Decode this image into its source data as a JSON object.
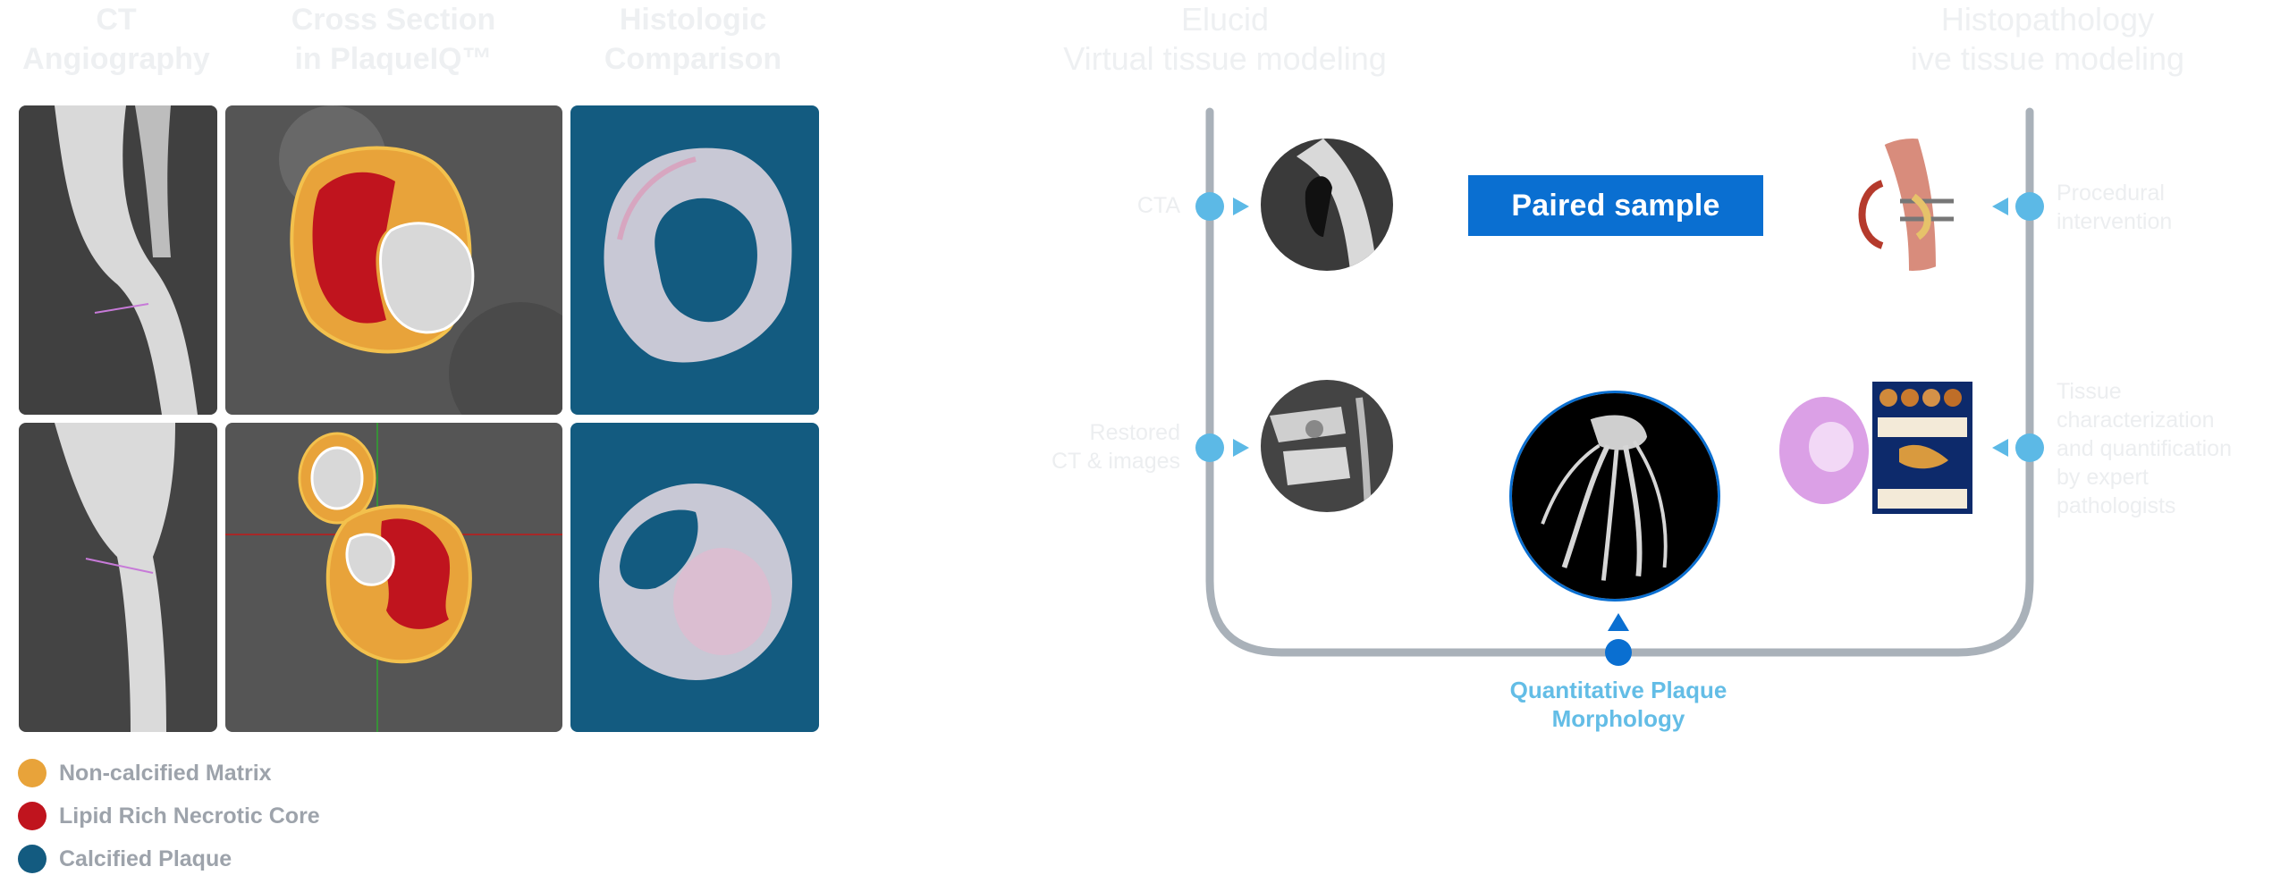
{
  "left_panel": {
    "headers": [
      "CT\nAngiography",
      "Cross Section\nin PlaqueIQ™",
      "Histologic\nComparison"
    ],
    "legend": [
      {
        "label": "Non-calcified Matrix",
        "color": "#e8a33a"
      },
      {
        "label": "Lipid Rich Necrotic Core",
        "color": "#c0141e"
      },
      {
        "label": "Calcified Plaque",
        "color": "#135b80"
      }
    ]
  },
  "right_panel": {
    "left_header": "Elucid\nVirtual tissue modeling",
    "right_header": "Histopathology\nive tissue modeling",
    "left_labels": [
      "CTA",
      "Restored\nCT & images"
    ],
    "right_labels": [
      "Procedural\nintervention",
      "Tissue\ncharacterization\nand quantification\nby expert\npathologists"
    ],
    "paired_sample": "Paired sample",
    "quantitative": "Quantitative Plaque\nMorphology"
  },
  "colors": {
    "frame": "#a9b1b9",
    "node": "#5cb9e6",
    "accent": "#0a6fd1",
    "histo_bg": "#135b80"
  }
}
